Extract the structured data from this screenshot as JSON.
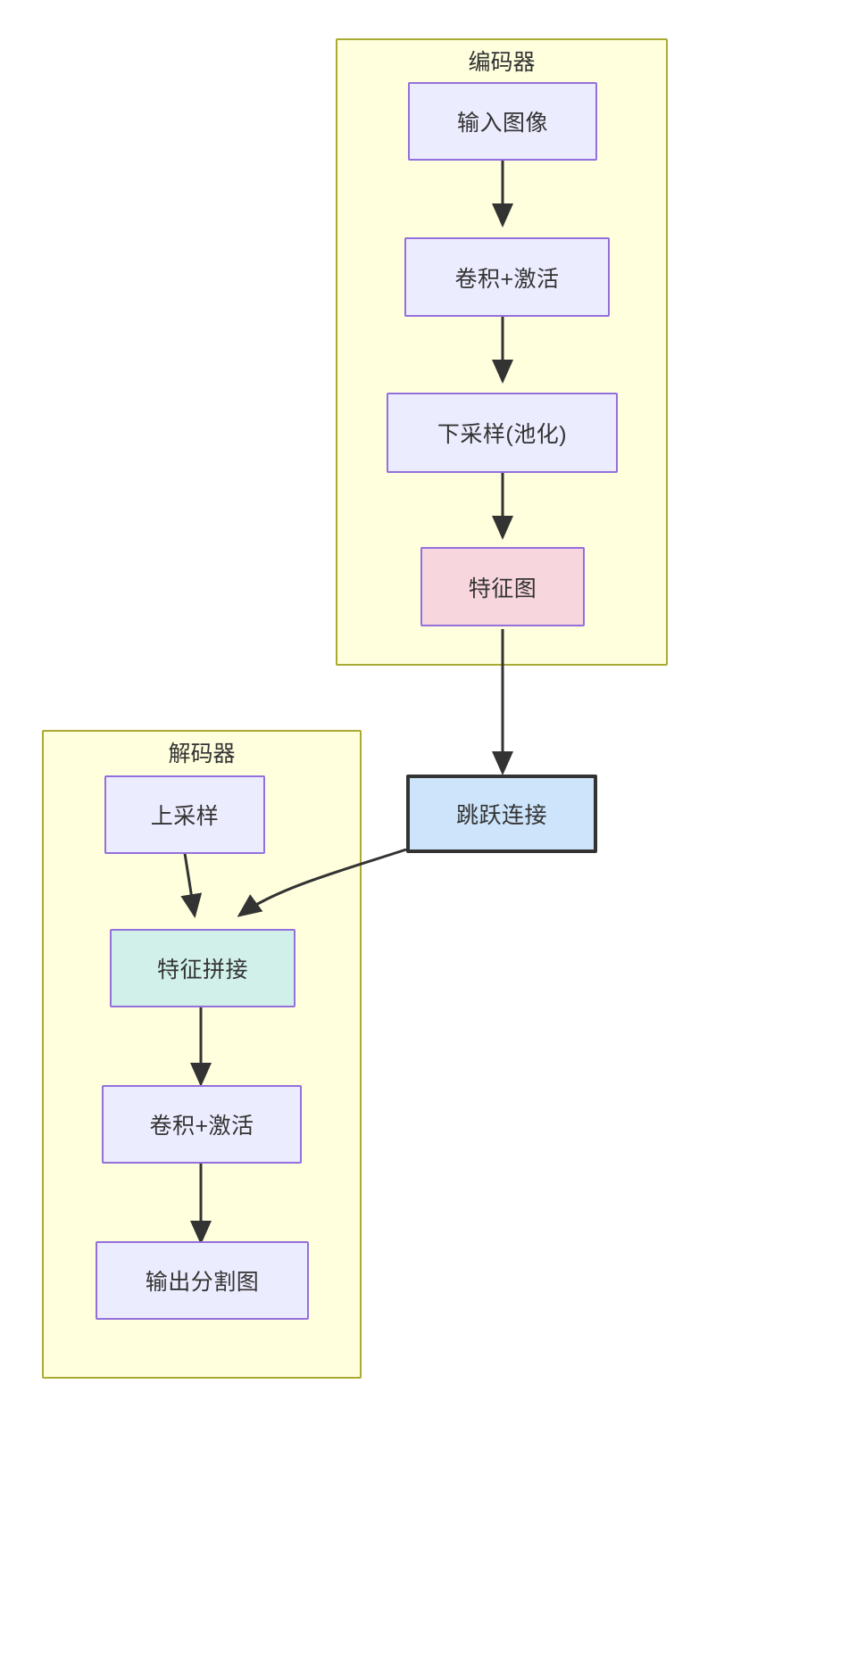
{
  "diagram": {
    "title_text": "",
    "colors": {
      "cluster_bg": "#ffffde",
      "cluster_border": "#aaaa33",
      "node_bg": "#ececff",
      "node_border": "#9370db",
      "feature_bg": "#f7d6de",
      "skip_bg": "#cde4fb",
      "skip_border": "#333333",
      "concat_bg": "#d2f0ea",
      "edge": "#333333",
      "text": "#333333"
    },
    "clusters": [
      {
        "id": "encoder",
        "label": "编码器"
      },
      {
        "id": "decoder",
        "label": "解码器"
      }
    ],
    "nodes": [
      {
        "id": "input",
        "label": "输入图像",
        "cluster": "encoder"
      },
      {
        "id": "conv1",
        "label": "卷积+激活",
        "cluster": "encoder"
      },
      {
        "id": "downsample",
        "label": "下采样(池化)",
        "cluster": "encoder"
      },
      {
        "id": "feature",
        "label": "特征图",
        "cluster": "encoder"
      },
      {
        "id": "skip",
        "label": "跳跃连接",
        "cluster": null
      },
      {
        "id": "upsample",
        "label": "上采样",
        "cluster": "decoder"
      },
      {
        "id": "concat",
        "label": "特征拼接",
        "cluster": "decoder"
      },
      {
        "id": "conv2",
        "label": "卷积+激活",
        "cluster": "decoder"
      },
      {
        "id": "output",
        "label": "输出分割图",
        "cluster": "decoder"
      }
    ],
    "edges": [
      {
        "from": "input",
        "to": "conv1"
      },
      {
        "from": "conv1",
        "to": "downsample"
      },
      {
        "from": "downsample",
        "to": "feature"
      },
      {
        "from": "feature",
        "to": "skip"
      },
      {
        "from": "skip",
        "to": "concat"
      },
      {
        "from": "upsample",
        "to": "concat"
      },
      {
        "from": "concat",
        "to": "conv2"
      },
      {
        "from": "conv2",
        "to": "output"
      }
    ]
  }
}
